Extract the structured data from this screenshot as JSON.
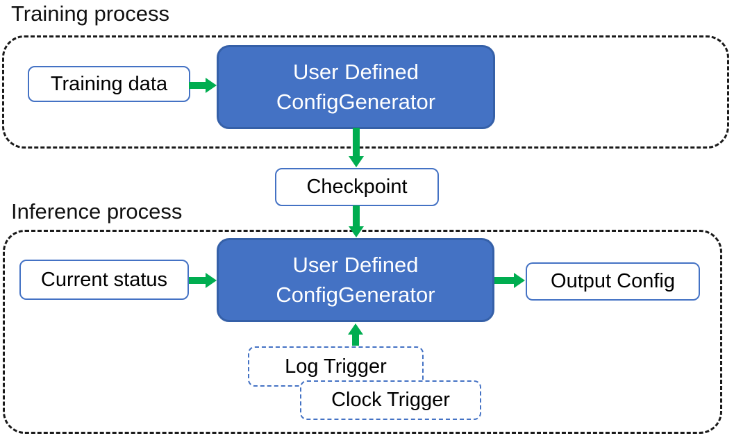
{
  "training": {
    "heading": "Training process",
    "data_box": "Training data",
    "generator": {
      "line1": "User Defined",
      "line2": "ConfigGenerator"
    }
  },
  "checkpoint": {
    "label": "Checkpoint"
  },
  "inference": {
    "heading": "Inference process",
    "status_box": "Current status",
    "generator": {
      "line1": "User Defined",
      "line2": "ConfigGenerator"
    },
    "output_box": "Output Config",
    "log_trigger": "Log Trigger",
    "clock_trigger": "Clock Trigger"
  },
  "colors": {
    "generator_fill": "#4472C4",
    "generator_border": "#3560A8",
    "box_border_blue": "#4472C4",
    "trigger_dash_blue": "#4472C4",
    "arrow_green": "#00AD50",
    "container_dash_black": "#1A1A1A",
    "text_dark": "#111111",
    "text_on_blue": "#FFFFFF"
  }
}
